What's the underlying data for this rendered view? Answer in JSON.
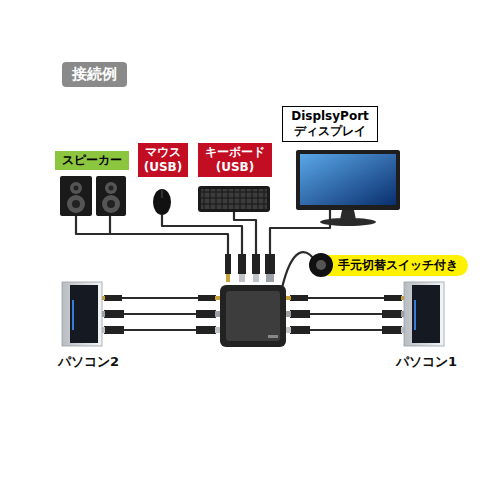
{
  "diagram": {
    "title": "接続例",
    "nodes": [
      {
        "text": [
          "スピーカー"
        ]
      },
      {
        "text": [
          "マウス (USB)"
        ]
      },
      {
        "text": [
          "キーボード (USB)"
        ]
      },
      {
        "text": [
          "DisplsyPort ディスプレイ"
        ]
      },
      {
        "text": [
          "手元切替スイッチ付き"
        ]
      }
    ],
    "labels": [
      "パソコン2",
      "パソコン1"
    ]
  }
}
